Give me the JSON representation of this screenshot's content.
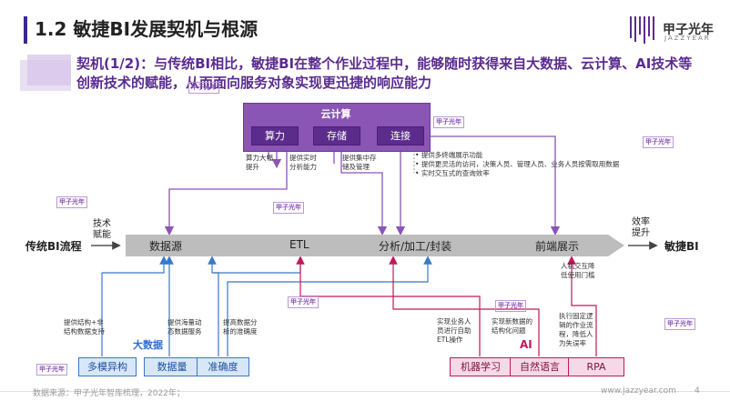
{
  "header": {
    "title": "1.2 敏捷BI发展契机与根源",
    "logo_text": "甲子光年",
    "logo_sub": "JAZZYEAR",
    "subtitle": "契机(1/2)：与传统BI相比，敏捷BI在整个作业过程中，能够随时获得来自大数据、云计算、AI技术等创新技术的赋能，从而面向服务对象实现更迅捷的响应能力"
  },
  "cloud": {
    "title": "云计算",
    "items": [
      "算力",
      "存储",
      "连接"
    ]
  },
  "cloud_notes": {
    "compute": [
      "算力大幅",
      "提升"
    ],
    "realtime": [
      "提供实时",
      "分析能力"
    ],
    "storage": [
      "提供集中存",
      "储及管理"
    ],
    "bullets": [
      "提供多终端展示功能",
      "提供更灵活的访问，决策人员、管理人员、业务人员按需取用数据",
      "实时交互式的查询效率"
    ]
  },
  "flow": {
    "left_label": "传统BI流程",
    "tech_label": [
      "技术",
      "赋能"
    ],
    "stages": [
      "数据源",
      "ETL",
      "分析/加工/封装",
      "前端展示"
    ],
    "eff_label": [
      "效率",
      "提升"
    ],
    "right_label": "敏捷BI"
  },
  "frontend_note": [
    "人机交互降",
    "低使用门槛"
  ],
  "bigdata": {
    "title": "大数据",
    "notes": {
      "a": [
        "提供结构+非",
        "结构数据支持"
      ],
      "b": [
        "提供海量动",
        "态数据服务"
      ],
      "c": [
        "提高数据分",
        "析的准确度"
      ]
    },
    "buttons": [
      "多模异构",
      "数据量",
      "准确度"
    ]
  },
  "ai": {
    "title": "AI",
    "notes": {
      "ml": [
        "实现业务人",
        "员进行自助",
        "ETL操作"
      ],
      "nlp": [
        "实现新数据的",
        "结构化问题"
      ],
      "rpa": [
        "执行固定逻",
        "辑的作业流",
        "程，降低人",
        "为失误率"
      ]
    },
    "buttons": [
      "机器学习",
      "自然语言",
      "RPA"
    ]
  },
  "watermark": "甲子光年",
  "footer": {
    "source": "数据来源：甲子光年智库梳理，2022年；",
    "website": "www.jazzyear.com",
    "page": "4"
  },
  "colors": {
    "purple": "#8a55b5",
    "dark_purple": "#5c2c8c",
    "blue": "#3a78c8",
    "pink": "#c2185b",
    "flow_gray": "#bdbdbd"
  }
}
